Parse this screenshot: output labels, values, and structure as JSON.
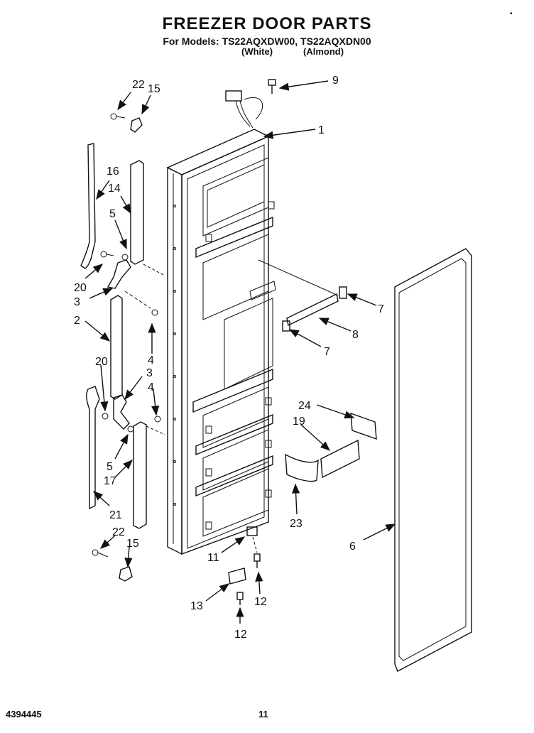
{
  "header": {
    "title": "FREEZER DOOR PARTS",
    "models": "For Models: TS22AQXDW00, TS22AQXDN00",
    "color_white": "(White)",
    "color_almond": "(Almond)",
    "corner_mark": "▪"
  },
  "footer": {
    "doc_number": "4394445",
    "page_number": "11"
  },
  "callouts": [
    {
      "id": "c-22a",
      "label": "22"
    },
    {
      "id": "c-15a",
      "label": "15"
    },
    {
      "id": "c-9",
      "label": "9"
    },
    {
      "id": "c-1",
      "label": "1"
    },
    {
      "id": "c-16",
      "label": "16"
    },
    {
      "id": "c-14",
      "label": "14"
    },
    {
      "id": "c-5a",
      "label": "5"
    },
    {
      "id": "c-20a",
      "label": "20"
    },
    {
      "id": "c-3a",
      "label": "3"
    },
    {
      "id": "c-2",
      "label": "2"
    },
    {
      "id": "c-4a",
      "label": "4"
    },
    {
      "id": "c-7a",
      "label": "7"
    },
    {
      "id": "c-8",
      "label": "8"
    },
    {
      "id": "c-7b",
      "label": "7"
    },
    {
      "id": "c-20b",
      "label": "20"
    },
    {
      "id": "c-3b",
      "label": "3"
    },
    {
      "id": "c-4b",
      "label": "4"
    },
    {
      "id": "c-24",
      "label": "24"
    },
    {
      "id": "c-19",
      "label": "19"
    },
    {
      "id": "c-5b",
      "label": "5"
    },
    {
      "id": "c-17",
      "label": "17"
    },
    {
      "id": "c-21",
      "label": "21"
    },
    {
      "id": "c-23",
      "label": "23"
    },
    {
      "id": "c-6",
      "label": "6"
    },
    {
      "id": "c-22b",
      "label": "22"
    },
    {
      "id": "c-15b",
      "label": "15"
    },
    {
      "id": "c-11",
      "label": "11"
    },
    {
      "id": "c-13",
      "label": "13"
    },
    {
      "id": "c-12a",
      "label": "12"
    },
    {
      "id": "c-12b",
      "label": "12"
    }
  ]
}
